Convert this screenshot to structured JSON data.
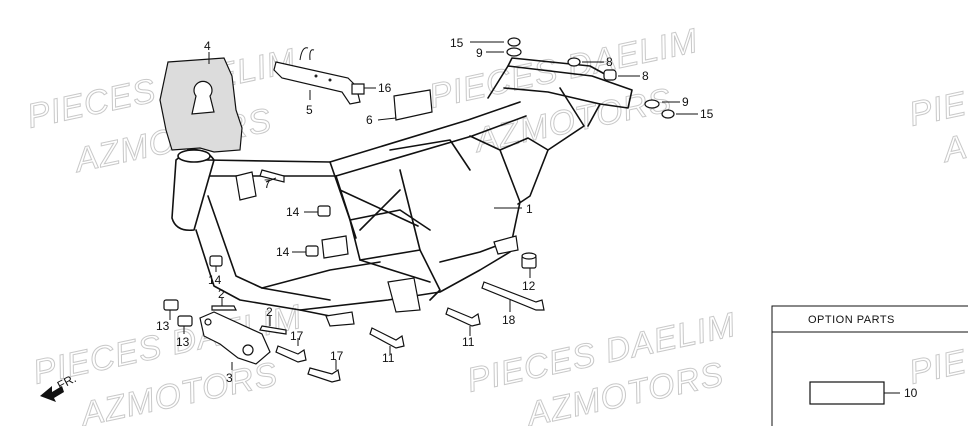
{
  "watermarks": [
    {
      "line1": "PIECES DAELIM",
      "line2": "AZMOTORS"
    },
    {
      "line1": "PIECES DAELIM",
      "line2": "AZMOTORS"
    },
    {
      "line1": "PIECES DAELIM",
      "line2": "AZMOTORS"
    },
    {
      "line1": "PIECES DAELIM",
      "line2": "AZMOTORS"
    },
    {
      "line1": "PIE",
      "line2": "A"
    }
  ],
  "callouts": {
    "c1": "1",
    "c2a": "2",
    "c2b": "2",
    "c3": "3",
    "c4": "4",
    "c5": "5",
    "c6": "6",
    "c7": "7",
    "c8a": "8",
    "c8b": "8",
    "c9a": "9",
    "c9b": "9",
    "c10": "10",
    "c11a": "11",
    "c11b": "11",
    "c12": "12",
    "c13a": "13",
    "c13b": "13",
    "c14a": "14",
    "c14b": "14",
    "c14c": "14",
    "c15a": "15",
    "c15b": "15",
    "c16": "16",
    "c17a": "17",
    "c17b": "17",
    "c18": "18"
  },
  "direction_label": "FR.",
  "option_box": {
    "title": "OPTION PARTS"
  }
}
